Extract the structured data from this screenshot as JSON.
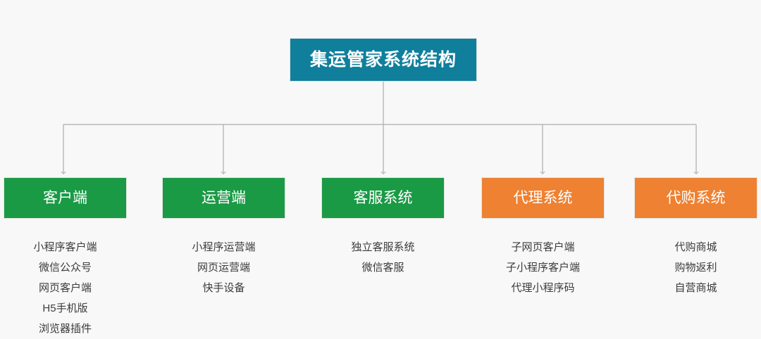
{
  "diagram": {
    "type": "org-tree",
    "background_color": "#f7f8f7",
    "connector_color": "#b7b7b7",
    "root": {
      "label": "集运管家系统结构",
      "color": "#0f7f9c",
      "text_color": "#ffffff"
    },
    "branches": [
      {
        "label": "客户端",
        "color": "#1a9a45",
        "color_name": "green",
        "items": [
          "小程序客户端",
          "微信公众号",
          "网页客户端",
          "H5手机版",
          "浏览器插件"
        ]
      },
      {
        "label": "运营端",
        "color": "#1a9a45",
        "color_name": "green",
        "items": [
          "小程序运营端",
          "网页运营端",
          "快手设备"
        ]
      },
      {
        "label": "客服系统",
        "color": "#1a9a45",
        "color_name": "green",
        "items": [
          "独立客服系统",
          "微信客服"
        ]
      },
      {
        "label": "代理系统",
        "color": "#ee8132",
        "color_name": "orange",
        "items": [
          "子网页客户端",
          "子小程序客户端",
          "代理小程序码"
        ]
      },
      {
        "label": "代购系统",
        "color": "#ee8132",
        "color_name": "orange",
        "items": [
          "代购商城",
          "购物返利",
          "自营商城"
        ]
      }
    ]
  }
}
